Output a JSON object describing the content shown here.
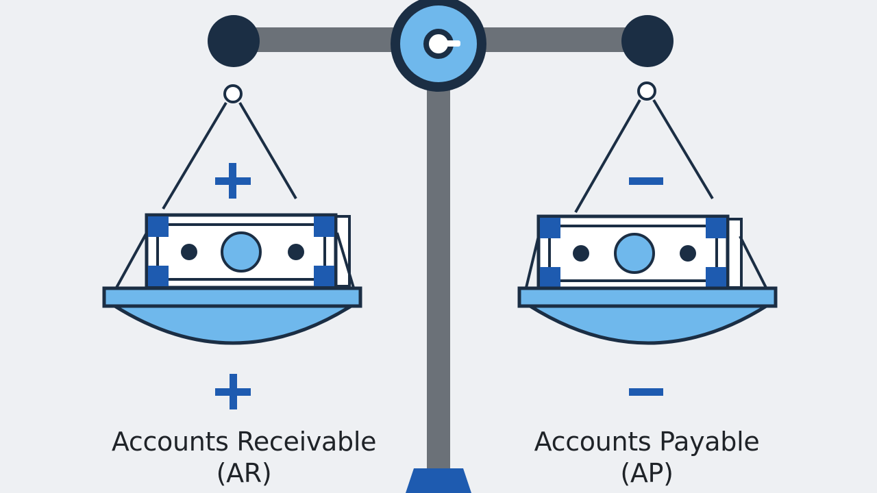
{
  "left_pan": {
    "symbol": "+",
    "label_line1": "Accounts Receivable",
    "label_line2": "(AR)"
  },
  "right_pan": {
    "symbol": "−",
    "label_line1": "Accounts Payable",
    "label_line2": "(AP)"
  },
  "colors": {
    "background": "#eef0f3",
    "navy": "#1b2e44",
    "beam_gray": "#6b7178",
    "light_blue": "#6fb8ec",
    "accent_blue": "#1e5bb0",
    "text": "#1f2328"
  },
  "icons": {
    "pivot": "pivot-knob-icon",
    "money": "banknote-icon"
  }
}
